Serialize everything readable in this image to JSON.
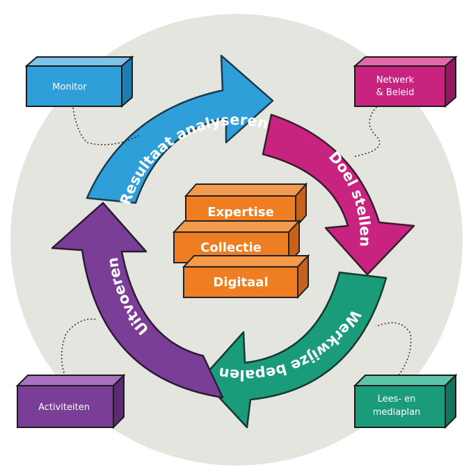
{
  "cycle": {
    "steps": [
      {
        "label": "Resultaat analyseren",
        "color": "#2e9fd8"
      },
      {
        "label": "Doel stellen",
        "color": "#c8237e"
      },
      {
        "label": "Werkwijze bepalen",
        "color": "#1a9c7a"
      },
      {
        "label": "Uitvoeren",
        "color": "#7b3e96"
      }
    ]
  },
  "core": {
    "color": "#ef7d22",
    "bricks": [
      {
        "label": "Expertise"
      },
      {
        "label": "Collectie"
      },
      {
        "label": "Digitaal"
      }
    ]
  },
  "corner_boxes": [
    {
      "id": "monitor",
      "lines": [
        "Monitor"
      ],
      "color": "#2e9fd8"
    },
    {
      "id": "netwerk",
      "lines": [
        "Netwerk",
        "& Beleid"
      ],
      "color": "#c8237e"
    },
    {
      "id": "activiteiten",
      "lines": [
        "Activiteiten"
      ],
      "color": "#7b3e96"
    },
    {
      "id": "leesplan",
      "lines": [
        "Lees- en",
        "mediaplan"
      ],
      "color": "#1a9c7a"
    }
  ],
  "background_color": "#e5e5e0"
}
